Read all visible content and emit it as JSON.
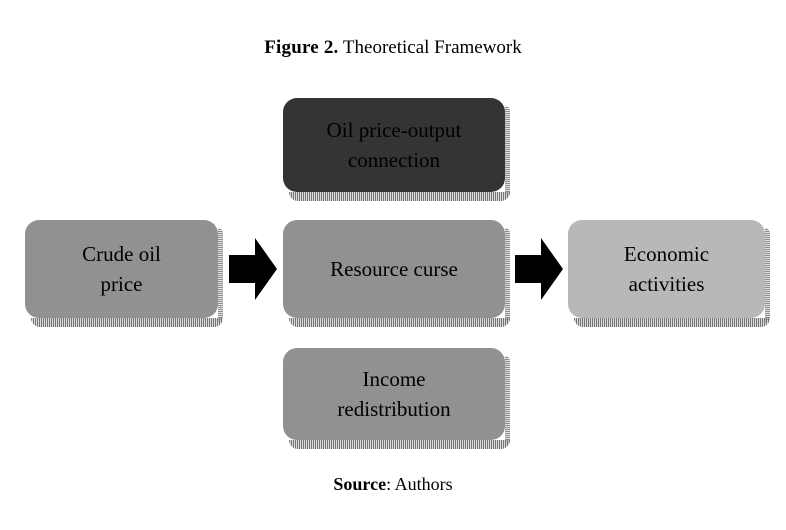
{
  "figure": {
    "caption_label": "Figure 2.",
    "caption_text": " Theoretical Framework"
  },
  "source": {
    "label": "Source",
    "value": ": Authors"
  },
  "colors": {
    "background": "#ffffff",
    "node_dark": "#343434",
    "node_mid": "#919191",
    "node_light": "#b8b8b8",
    "arrow": "#000000",
    "text": "#000000"
  },
  "diagram": {
    "type": "flow-diagram",
    "nodes": [
      {
        "id": "oil-price-output-connection",
        "label": "Oil price-output\nconnection",
        "fill": "#343434",
        "column": "middle",
        "row": 1
      },
      {
        "id": "crude-oil-price",
        "label": "Crude oil\nprice",
        "fill": "#919191",
        "column": "left",
        "row": 2
      },
      {
        "id": "resource-curse",
        "label": "Resource curse",
        "fill": "#919191",
        "column": "middle",
        "row": 2
      },
      {
        "id": "economic-activities",
        "label": "Economic\nactivities",
        "fill": "#b8b8b8",
        "column": "right",
        "row": 2
      },
      {
        "id": "income-redistribution",
        "label": "Income\nredistribution",
        "fill": "#919191",
        "column": "middle",
        "row": 3
      }
    ],
    "arrows": [
      {
        "id": "arrow-crude-to-mechanisms",
        "from": "crude-oil-price",
        "to": "resource-curse",
        "direction": "right"
      },
      {
        "id": "arrow-mechanisms-to-economic",
        "from": "resource-curse",
        "to": "economic-activities",
        "direction": "right"
      }
    ]
  }
}
